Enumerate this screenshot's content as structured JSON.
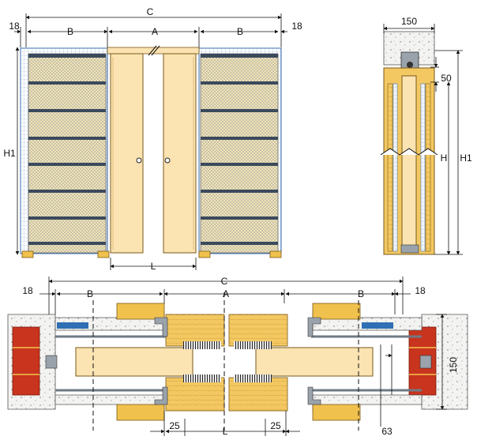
{
  "front_view": {
    "dim_c": "C",
    "dim_a": "A",
    "dim_b_left": "B",
    "dim_b_right": "B",
    "dim_18_left": "18",
    "dim_18_right": "18",
    "dim_h1": "H1",
    "dim_l": "L"
  },
  "side_section": {
    "dim_150": "150",
    "dim_50": "50",
    "dim_h": "H",
    "dim_h1": "H1"
  },
  "plan_section": {
    "dim_c": "C",
    "dim_a": "A",
    "dim_b_left": "B",
    "dim_b_right": "B",
    "dim_18_left": "18",
    "dim_18_right": "18",
    "dim_l": "L",
    "dim_25_left": "25",
    "dim_25_right": "25",
    "dim_63": "63",
    "dim_150": "150"
  },
  "colors": {
    "door_fill": "#fbe3b2",
    "door_stroke": "#7a5a1a",
    "mesh_fill": "#f3e6b8",
    "grid_blue": "#3d6fb0",
    "wood": "#f1c14e",
    "brick": "#c8341e",
    "wall": "#f4f4f2",
    "metal": "#9aa3ab",
    "insul_blue": "#2f6fb4"
  }
}
